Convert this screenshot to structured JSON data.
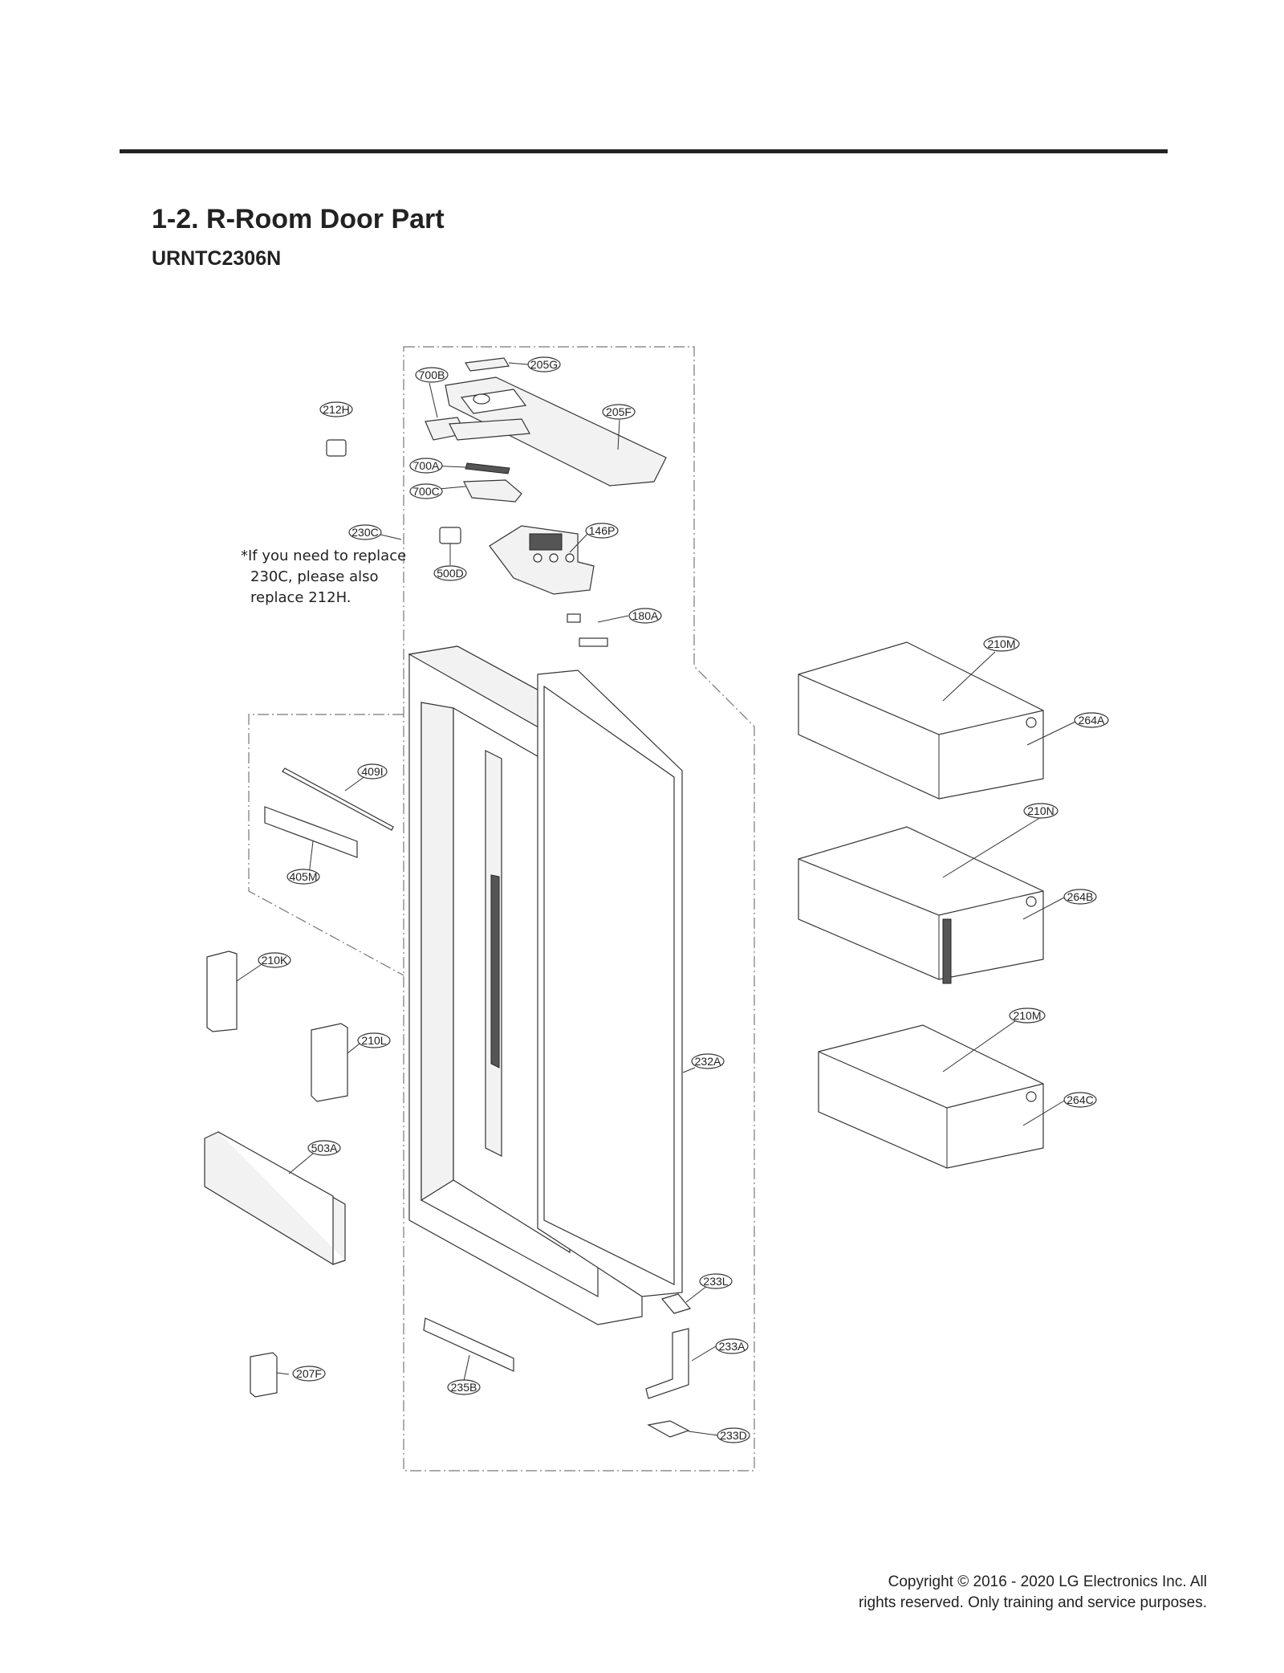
{
  "header": {
    "title": "1-2. R-Room Door Part",
    "model": "URNTC2306N"
  },
  "note": {
    "line1": "*If you need to replace",
    "line2": "230C, please also",
    "line3": "replace 212H."
  },
  "callouts": {
    "c205G": "205G",
    "c700B": "700B",
    "c212H": "212H",
    "c205F": "205F",
    "c700A": "700A",
    "c700C": "700C",
    "c230C": "230C",
    "c146P": "146P",
    "c500D": "500D",
    "c180A": "180A",
    "c210M_top": "210M",
    "c264A": "264A",
    "c409I": "409I",
    "c405M": "405M",
    "c210N": "210N",
    "c264B": "264B",
    "c210K": "210K",
    "c210L": "210L",
    "c210M_bottom": "210M",
    "c232A": "232A",
    "c264C": "264C",
    "c503A": "503A",
    "c233L": "233L",
    "c233A": "233A",
    "c207F": "207F",
    "c235B": "235B",
    "c233D": "233D"
  },
  "footer": {
    "copyright_line1": "Copyright © 2016 - 2020 LG Electronics Inc. All",
    "copyright_line2": "rights reserved. Only training and service purposes."
  }
}
